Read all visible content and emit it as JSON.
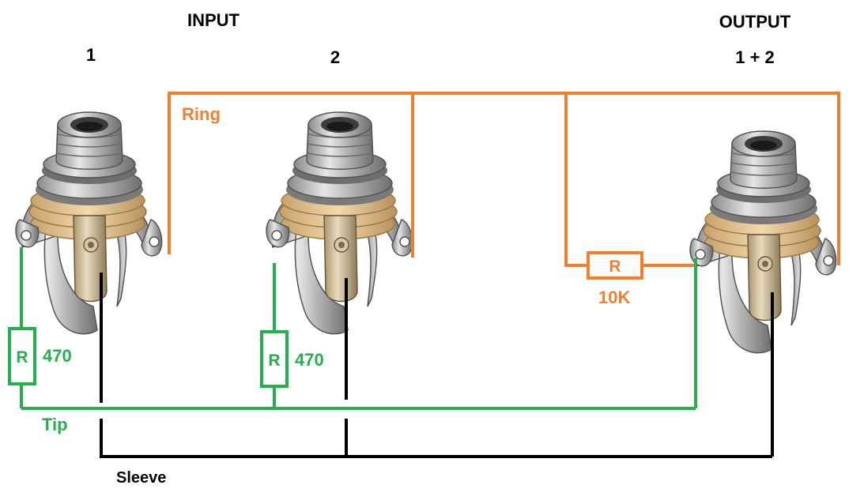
{
  "headings": {
    "input": "INPUT",
    "output": "OUTPUT",
    "jack1": "1",
    "jack2": "2",
    "jack_out": "1 + 2"
  },
  "wires": {
    "ring": "Ring",
    "tip": "Tip",
    "sleeve": "Sleeve"
  },
  "resistors": {
    "r1": {
      "symbol": "R",
      "value": "470"
    },
    "r2": {
      "symbol": "R",
      "value": "470"
    },
    "r3": {
      "symbol": "R",
      "value": "10K"
    }
  },
  "colors": {
    "ring": "#f08030",
    "tip": "#22b14c",
    "sleeve": "#000000",
    "text": "#000000"
  }
}
